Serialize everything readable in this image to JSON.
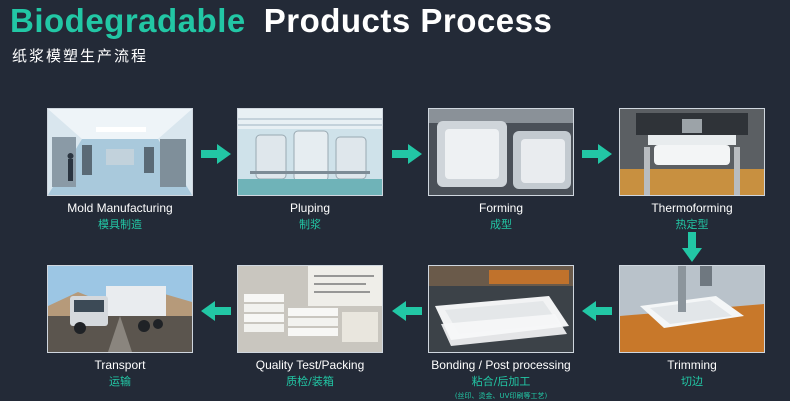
{
  "header": {
    "title_green": "Biodegradable",
    "title_white": "Products  Process",
    "subtitle": "纸浆模塑生产流程"
  },
  "steps": [
    {
      "en": "Mold Manufacturing",
      "zh": "模具制造"
    },
    {
      "en": "Pluping",
      "zh": "制浆"
    },
    {
      "en": "Forming",
      "zh": "成型"
    },
    {
      "en": "Thermoforming",
      "zh": "热定型"
    },
    {
      "en": "Trimming",
      "zh": "切边"
    },
    {
      "en": "Bonding / Post processing",
      "zh": "粘合/后加工",
      "note": "(丝印、烫金、UV印刷等工艺)"
    },
    {
      "en": "Quality Test/Packing",
      "zh": "质检/装箱"
    },
    {
      "en": "Transport",
      "zh": "运输"
    }
  ],
  "colors": {
    "accent": "#22c7a5",
    "background": "#232a37",
    "text": "#ffffff"
  }
}
